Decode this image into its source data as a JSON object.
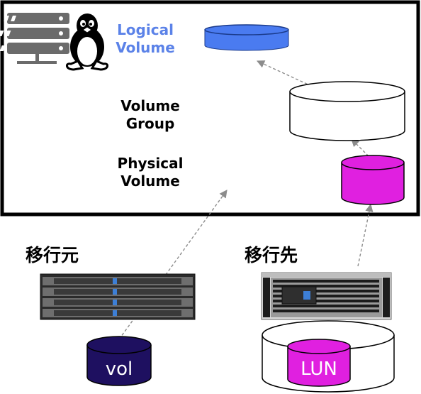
{
  "host": {
    "server_icon": "server-rack-icon",
    "os_icon": "linux-tux-icon"
  },
  "labels": {
    "logical_volume": [
      "Logical",
      "Volume"
    ],
    "volume_group": [
      "Volume",
      "Group"
    ],
    "physical_volume": [
      "Physical",
      "Volume"
    ]
  },
  "source": {
    "heading": "移行元",
    "volume_label": "vol"
  },
  "target": {
    "heading": "移行先",
    "volume_label": "LUN"
  },
  "colors": {
    "logical_label": "#5b82e8",
    "logical_volume": "#4a7bf0",
    "physical_volume": "#e020e0",
    "source_volume": "#1e1060",
    "lun": "#e020e0",
    "arrow": "#8c8c8c",
    "frame": "#000000"
  }
}
